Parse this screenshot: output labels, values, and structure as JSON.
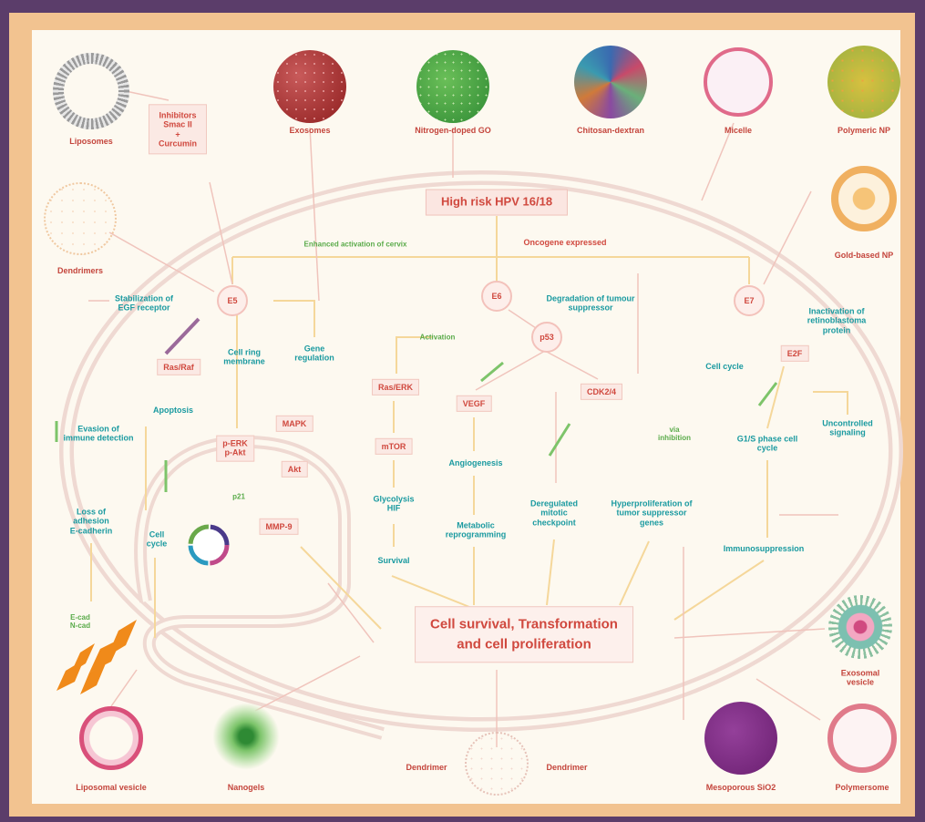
{
  "colors": {
    "frame": "#5b3d6a",
    "border": "#f2c390",
    "background": "#fdf9f0",
    "membrane": "#efd9d2",
    "box_text": "#d0483e",
    "effect_text": "#1a9aa0",
    "activation_text": "#5aab4a"
  },
  "virus": {
    "title": "High risk HPV 16/18",
    "activation": "Enhanced activation of cervix",
    "expression": "Oncogene expressed"
  },
  "oncoproteins": {
    "e5": "E5",
    "e6": "E6",
    "e7": "E7",
    "p53": "p53"
  },
  "inhibitor_box": "Inhibitors\nSmac II\n+\nCurcumin",
  "nanoparticles": [
    {
      "label": "Liposomes",
      "icon": "liposome-icon"
    },
    {
      "label": "Exosomes",
      "icon": "exosome-icon"
    },
    {
      "label": "Nitrogen-doped GO",
      "icon": "graphene-oxide-icon"
    },
    {
      "label": "Chitosan-dextran",
      "icon": "polymer-icon"
    },
    {
      "label": "Micelle",
      "icon": "micelle-icon"
    },
    {
      "label": "Polymeric NP",
      "icon": "polymeric-np-icon"
    },
    {
      "label": "Gold-based NP",
      "icon": "gold-np-icon"
    },
    {
      "label": "Dendrimers",
      "icon": "dendrimer-icon"
    },
    {
      "label": "Exosomal\nvesicle",
      "icon": "vesicle-icon"
    },
    {
      "label": "Liposomal vesicle",
      "icon": "liposome-icon"
    },
    {
      "label": "Nanogels",
      "icon": "nanogel-icon"
    },
    {
      "label": "Dendrimer",
      "label2": "Dendrimer",
      "icon": "dendrimer-icon"
    },
    {
      "label": "Mesoporous SiO2",
      "icon": "silica-np-icon"
    },
    {
      "label": "Polymersome",
      "icon": "polymersome-icon"
    }
  ],
  "effects": [
    "Degradation of tumour\nsuppressor",
    "Inactivation of\nretinoblastoma protein",
    "Stabilization of\nEGF receptor",
    "Cell ring\nmembrane",
    "Gene\nregulation",
    "Apoptosis",
    "Evasion of\nimmune detection",
    "Cell\ncycle",
    "Glycolysis\nHIF",
    "Survival",
    "Angiogenesis",
    "Metabolic\nreprogramming",
    "Deregulated\nmitotic\ncheckpoint",
    "Hyperproliferation of\ntumor suppressor\ngenes",
    "Cell cycle",
    "G1/S phase cell\ncycle",
    "Uncontrolled\nsignaling",
    "Immunosuppression",
    "Loss of\nadhesion\nE-cadherin"
  ],
  "molecules": [
    "Ras/Raf",
    "MAPK",
    "p-ERK\np-Akt",
    "Akt",
    "MMP-9",
    "Ras/ERK",
    "mTOR",
    "VEGF",
    "CDK2/4",
    "E2F"
  ],
  "notes": [
    "Activation",
    "p21",
    "via\ninhibition",
    "E-cad\nN-cad"
  ],
  "outcome": "Cell survival, Transformation\nand cell proliferation"
}
